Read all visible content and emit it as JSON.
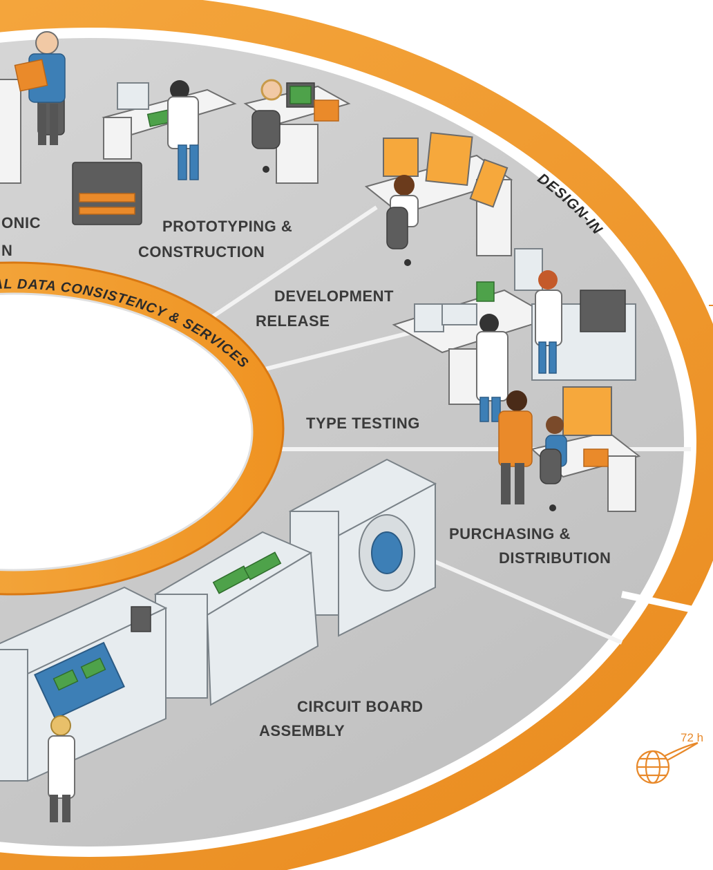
{
  "diagram": {
    "outer_ring_label": "DESIGN-IN",
    "inner_ring_label": "AL DATA CONSISTENCY & SERVICES",
    "sections": [
      {
        "id": "electronic",
        "line1": "ONIC",
        "line2": "N"
      },
      {
        "id": "prototyping",
        "line1": "PROTOTYPING &",
        "line2": "CONSTRUCTION"
      },
      {
        "id": "development",
        "line1": "DEVELOPMENT",
        "line2": "RELEASE"
      },
      {
        "id": "type-testing",
        "line1": "TYPE TESTING",
        "line2": ""
      },
      {
        "id": "purchasing",
        "line1": "PURCHASING &",
        "line2": "DISTRIBUTION"
      },
      {
        "id": "assembly",
        "line1": "CIRCUIT BOARD",
        "line2": "ASSEMBLY"
      }
    ],
    "badge": {
      "text": "72 h",
      "icon": "globe-icon"
    },
    "colors": {
      "ring_orange": "#f39a2c",
      "ring_light": "#f8bd5e",
      "disc_grey": "#c9c9c9",
      "divider": "#f2f2f2",
      "label_text": "#3a3a3a"
    }
  }
}
